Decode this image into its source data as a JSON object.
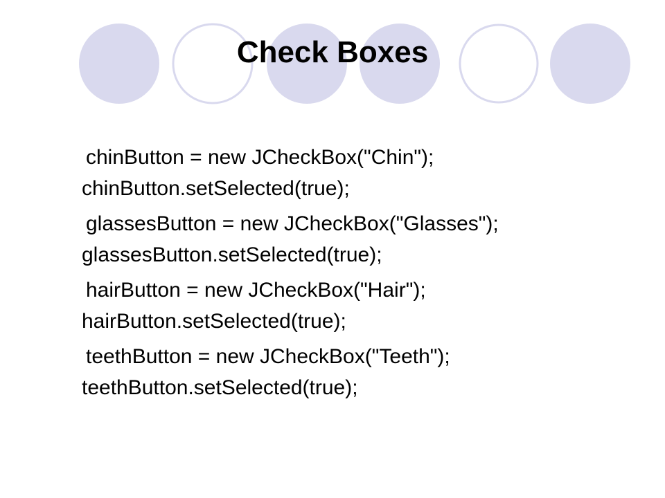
{
  "slide": {
    "title": "Check Boxes",
    "colors": {
      "circle_fill": "#d9d9ee",
      "circle_outline": "#d9d9ee",
      "text": "#000000",
      "background": "#ffffff"
    },
    "decoration": [
      "filled-circle",
      "outline-circle",
      "filled-circle",
      "filled-circle",
      "outline-circle",
      "filled-circle"
    ],
    "code_items": [
      {
        "line1": "chinButton = new JCheckBox(\"Chin\");",
        "line2": "chinButton.setSelected(true);"
      },
      {
        "line1": "glassesButton = new JCheckBox(\"Glasses\");",
        "line2": "glassesButton.setSelected(true);"
      },
      {
        "line1": "hairButton = new JCheckBox(\"Hair\");",
        "line2": "hairButton.setSelected(true);"
      },
      {
        "line1": "teethButton = new JCheckBox(\"Teeth\");",
        "line2": "teethButton.setSelected(true);"
      }
    ]
  }
}
